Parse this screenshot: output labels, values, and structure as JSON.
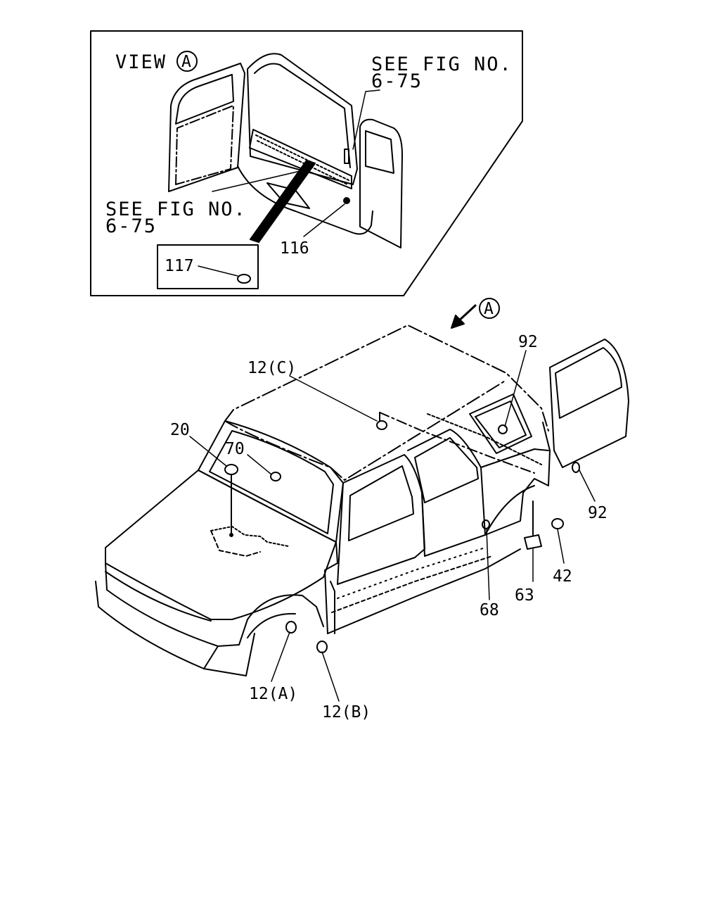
{
  "inset": {
    "view_label": "VIEW",
    "view_marker": "A",
    "see_fig_upper": {
      "line1": "SEE FIG NO.",
      "line2": "6-75"
    },
    "see_fig_lower": {
      "line1": "SEE FIG NO.",
      "line2": "6-75"
    },
    "part_116": "116",
    "part_117": "117"
  },
  "main": {
    "view_marker": "A",
    "parts": {
      "p12c": "12(C)",
      "p20": "20",
      "p70": "70",
      "p92_upper": "92",
      "p92_lower": "92",
      "p42": "42",
      "p63": "63",
      "p68": "68",
      "p12a": "12(A)",
      "p12b": "12(B)"
    }
  }
}
